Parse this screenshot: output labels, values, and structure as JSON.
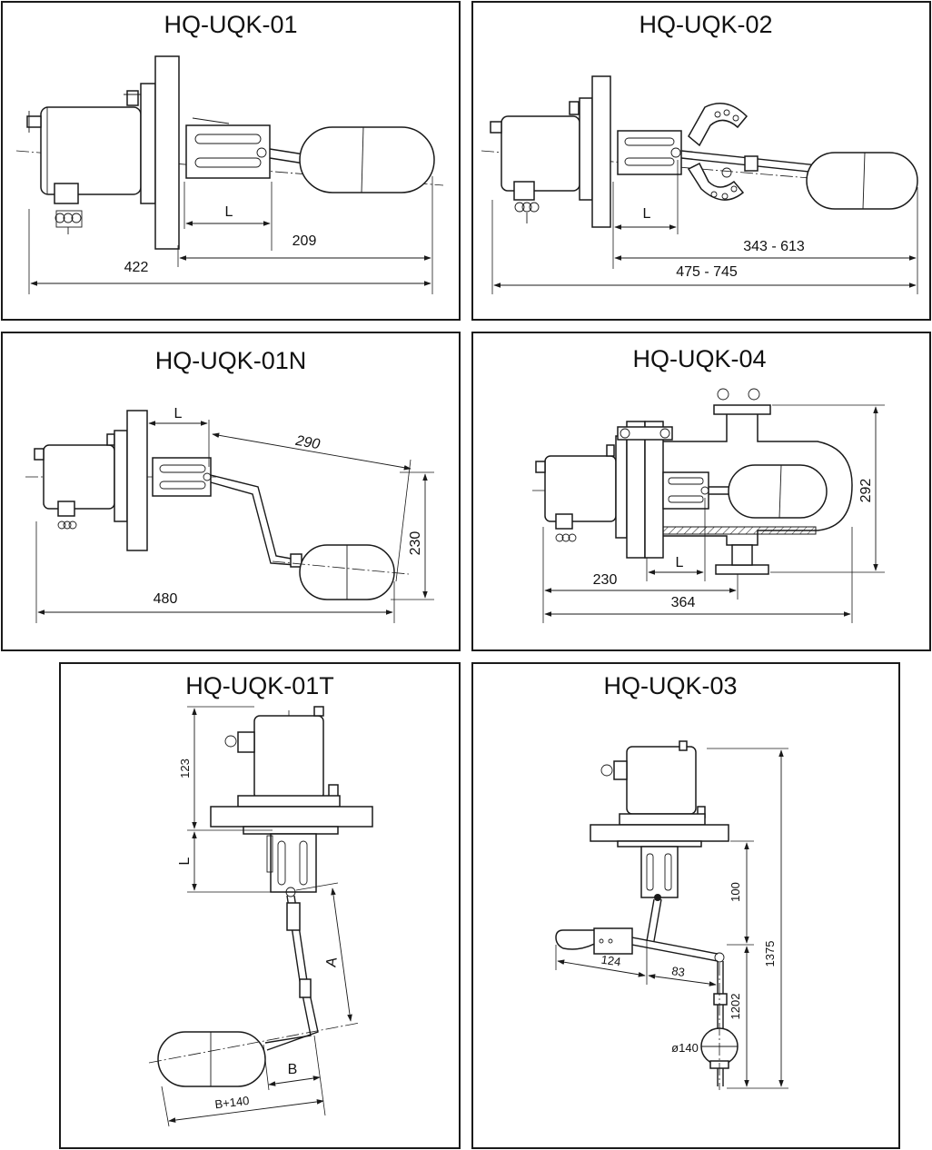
{
  "panels": {
    "p01": {
      "title": "HQ-UQK-01",
      "dims": {
        "L": "L",
        "d209": "209",
        "d422": "422"
      }
    },
    "p02": {
      "title": "HQ-UQK-02",
      "dims": {
        "L": "L",
        "range1": "343 - 613",
        "range2": "475 - 745"
      }
    },
    "p01n": {
      "title": "HQ-UQK-01N",
      "dims": {
        "L": "L",
        "d290": "290",
        "d230": "230",
        "d480": "480"
      }
    },
    "p04": {
      "title": "HQ-UQK-04",
      "dims": {
        "L": "L",
        "d230": "230",
        "d364": "364",
        "d292": "292"
      }
    },
    "p01t": {
      "title": "HQ-UQK-01T",
      "dims": {
        "d123": "123",
        "L": "L",
        "A": "A",
        "B": "B",
        "Bplus": "B+140"
      }
    },
    "p03": {
      "title": "HQ-UQK-03",
      "dims": {
        "d100": "100",
        "d1375": "1375",
        "d1202": "1202",
        "d124": "124",
        "d83": "83",
        "dia": "ø140"
      }
    }
  }
}
